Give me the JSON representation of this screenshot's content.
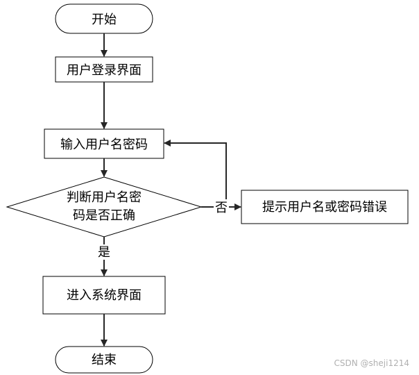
{
  "flowchart": {
    "start": "开始",
    "login_page": "用户登录界面",
    "input_credentials": "输入用户名密码",
    "decision_line1": "判断用户名密",
    "decision_line2": "码是否正确",
    "error_prompt": "提示用户名或密码错误",
    "enter_system": "进入系统界面",
    "end": "结束",
    "label_no": "否",
    "label_yes": "是"
  },
  "watermark": "CSDN @sheji1214",
  "colors": {
    "stroke": "#000000",
    "arrow": "#262626",
    "fill": "#ffffff"
  }
}
